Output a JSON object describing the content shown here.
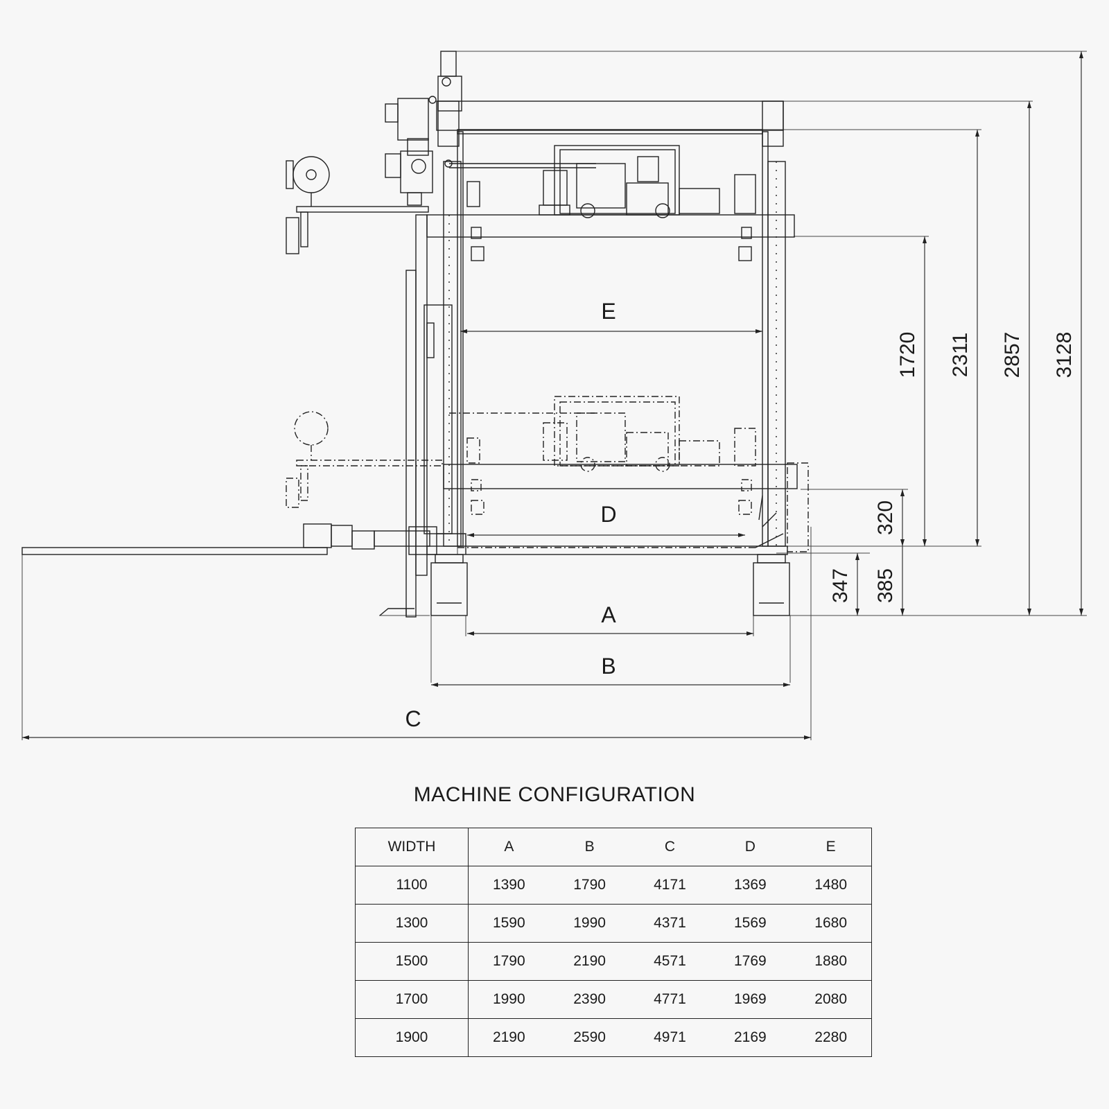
{
  "drawing": {
    "dimension_letters": [
      "A",
      "B",
      "C",
      "D",
      "E"
    ],
    "vertical_dimensions": [
      "347",
      "385",
      "320",
      "1720",
      "2311",
      "2857",
      "3128"
    ]
  },
  "config": {
    "title": "MACHINE CONFIGURATION",
    "columns": [
      "WIDTH",
      "A",
      "B",
      "C",
      "D",
      "E"
    ],
    "rows": [
      [
        "1100",
        "1390",
        "1790",
        "4171",
        "1369",
        "1480"
      ],
      [
        "1300",
        "1590",
        "1990",
        "4371",
        "1569",
        "1680"
      ],
      [
        "1500",
        "1790",
        "2190",
        "4571",
        "1769",
        "1880"
      ],
      [
        "1700",
        "1990",
        "2390",
        "4771",
        "1969",
        "2080"
      ],
      [
        "1900",
        "2190",
        "2590",
        "4971",
        "2169",
        "2280"
      ]
    ]
  }
}
